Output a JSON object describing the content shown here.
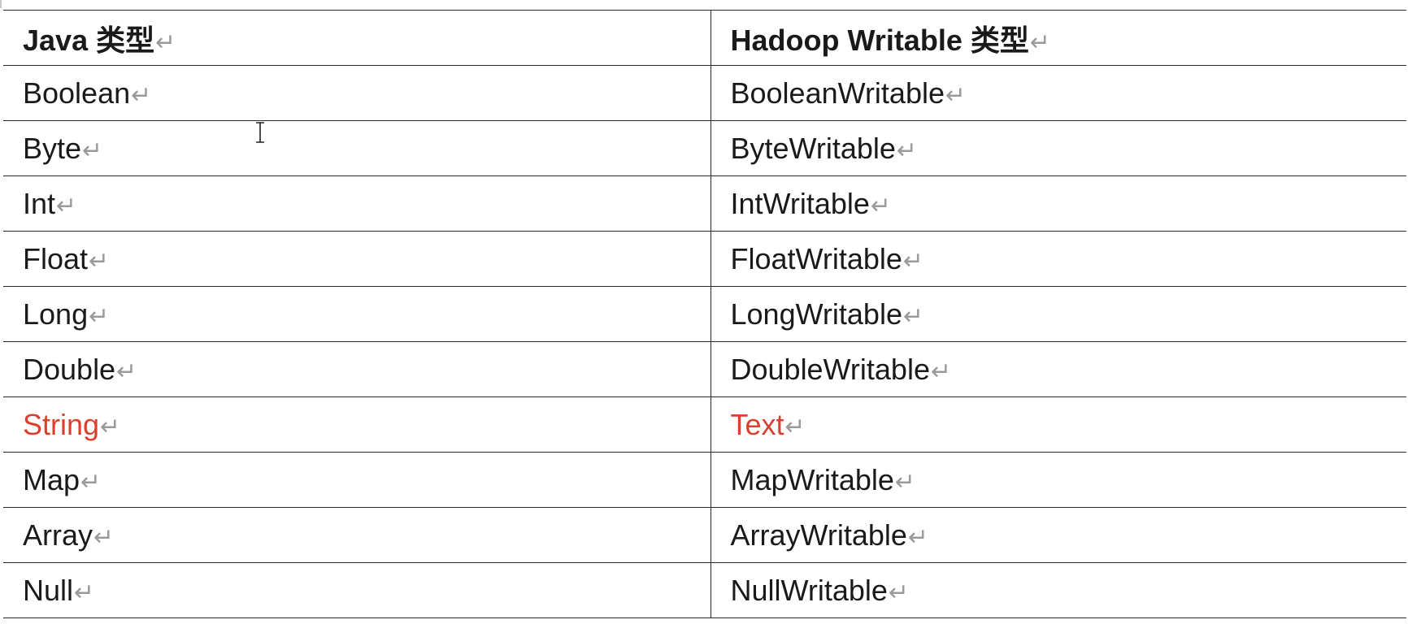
{
  "table": {
    "headers": [
      "Java 类型",
      "Hadoop Writable 类型"
    ],
    "paragraph_mark": "↵",
    "highlight_color": "#d9402e",
    "rows": [
      {
        "java": "Boolean",
        "hadoop": "BooleanWritable",
        "highlight": false
      },
      {
        "java": "Byte",
        "hadoop": "ByteWritable",
        "highlight": false
      },
      {
        "java": "Int",
        "hadoop": "IntWritable",
        "highlight": false
      },
      {
        "java": "Float",
        "hadoop": "FloatWritable",
        "highlight": false
      },
      {
        "java": "Long",
        "hadoop": "LongWritable",
        "highlight": false
      },
      {
        "java": "Double",
        "hadoop": "DoubleWritable",
        "highlight": false
      },
      {
        "java": "String",
        "hadoop": "Text",
        "highlight": true
      },
      {
        "java": "Map",
        "hadoop": "MapWritable",
        "highlight": false
      },
      {
        "java": "Array",
        "hadoop": "ArrayWritable",
        "highlight": false
      },
      {
        "java": "Null",
        "hadoop": "NullWritable",
        "highlight": false
      }
    ]
  }
}
